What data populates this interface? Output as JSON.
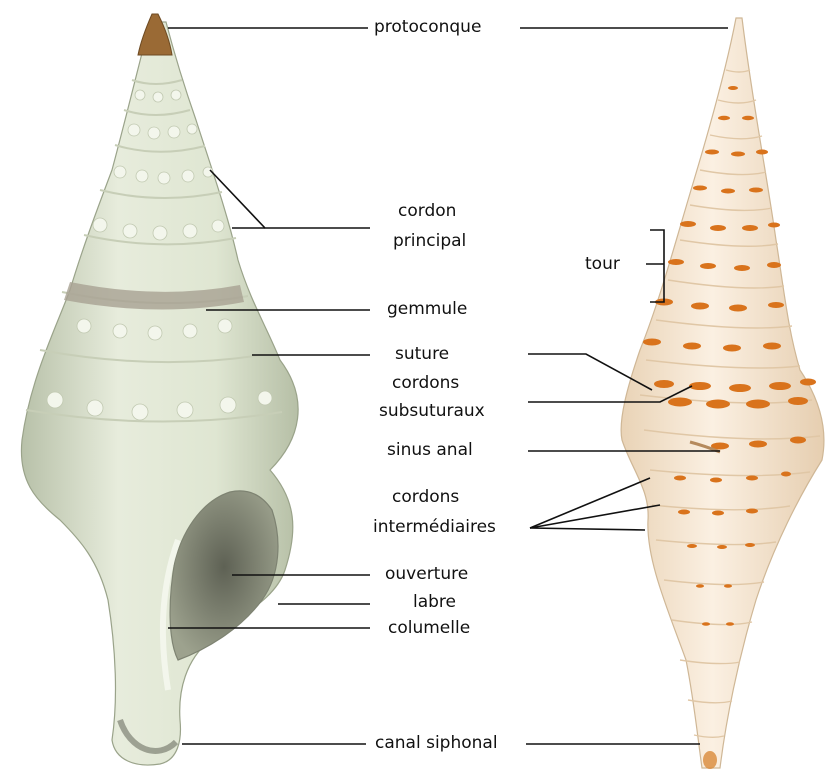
{
  "figure": {
    "labels": {
      "protoconque": "protoconque",
      "cordon_principal_1": "cordon",
      "cordon_principal_2": "principal",
      "tour": "tour",
      "gemmule": "gemmule",
      "suture": "suture",
      "cordons_sub_1": "cordons",
      "cordons_sub_2": "subsuturaux",
      "sinus_anal": "sinus anal",
      "cordons_int_1": "cordons",
      "cordons_int_2": "intermédiaires",
      "ouverture": "ouverture",
      "labre": "labre",
      "columelle": "columelle",
      "canal_siphonal": "canal siphonal"
    },
    "colors": {
      "left_shell_body": "#dfe6d2",
      "left_shell_shade": "#b9c2aa",
      "protoconch": "#9a6a35",
      "aperture_dark": "#6f7264",
      "right_shell_body": "#f3e2cc",
      "right_shell_spots": "#d9731c",
      "leader_line": "#111111"
    }
  }
}
